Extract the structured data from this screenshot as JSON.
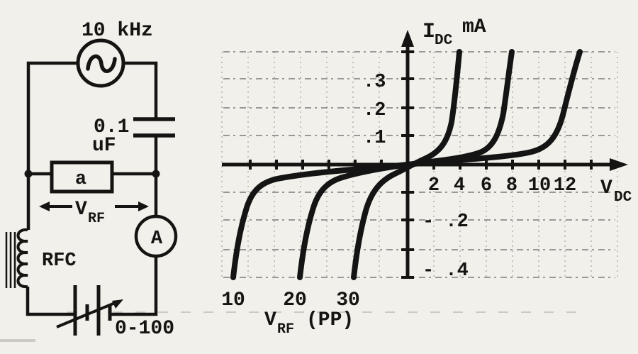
{
  "figure": {
    "description": "Scanned textbook figure: RF detector measurement circuit and measured DC current vs DC bias curves for three RF drive levels"
  },
  "colors": {
    "ink": "#161413",
    "paper": "#f2f0ea",
    "curve": "#141414"
  },
  "circuit": {
    "frequency": "10 kHz",
    "cap_value": "0.1",
    "cap_unit": "uF",
    "device": "a",
    "vrf_main": "V",
    "vrf_sub": "RF",
    "choke": "RFC",
    "meter": "A",
    "supply_range": "0-100"
  },
  "graph": {
    "y_main": "I",
    "y_sub": "DC",
    "y_unit": "mA",
    "y_pos_0": ".3",
    "y_pos_1": ".2",
    "y_pos_2": ".1",
    "y_neg_0": "- .2",
    "y_neg_1": "- .4",
    "x_ticks": [
      "2",
      "4",
      "6",
      "8",
      "10",
      "12"
    ],
    "x_main": "V",
    "x_sub": "DC",
    "curve_labels": [
      "10",
      "20",
      "30"
    ],
    "xrf_main": "V",
    "xrf_sub": "RF",
    "xrf_unit": "(PP)"
  },
  "chart_data": {
    "type": "line",
    "title": "",
    "xlabel": "V_DC (V)",
    "ylabel": "I_DC (mA)",
    "xlim": [
      -15,
      16.5
    ],
    "ylim": [
      -0.4,
      0.45
    ],
    "x_ticks_labeled": [
      2,
      4,
      6,
      8,
      10,
      12
    ],
    "y_ticks_labeled": [
      0.1,
      0.2,
      0.3,
      -0.2,
      -0.4
    ],
    "grid": true,
    "legend_position": "curve bottoms labeled along lower axis: 10, 20, 30 (V_RF peak-to-peak)",
    "series": [
      {
        "name": "V_RF = 10 (PP)",
        "plot_label": "10",
        "points": [
          [
            -13.3,
            -0.4
          ],
          [
            -13.0,
            -0.3
          ],
          [
            -12.6,
            -0.2
          ],
          [
            -12.0,
            -0.1
          ],
          [
            -10.5,
            -0.06
          ],
          [
            -8.0,
            -0.05
          ],
          [
            -4.0,
            -0.04
          ],
          [
            0,
            0
          ],
          [
            4.0,
            0.02
          ],
          [
            7.0,
            0.03
          ],
          [
            9.5,
            0.05
          ],
          [
            11.0,
            0.08
          ],
          [
            11.8,
            0.1
          ],
          [
            12.5,
            0.2
          ],
          [
            12.9,
            0.3
          ],
          [
            13.2,
            0.4
          ]
        ]
      },
      {
        "name": "V_RF = 20 (PP)",
        "plot_label": "20",
        "points": [
          [
            -8.3,
            -0.4
          ],
          [
            -8.0,
            -0.3
          ],
          [
            -7.6,
            -0.2
          ],
          [
            -7.0,
            -0.1
          ],
          [
            -5.5,
            -0.06
          ],
          [
            -3.0,
            -0.04
          ],
          [
            0,
            0
          ],
          [
            2.0,
            0.02
          ],
          [
            4.0,
            0.04
          ],
          [
            5.5,
            0.06
          ],
          [
            6.5,
            0.09
          ],
          [
            7.0,
            0.12
          ],
          [
            7.5,
            0.2
          ],
          [
            7.8,
            0.3
          ],
          [
            8.0,
            0.4
          ]
        ]
      },
      {
        "name": "V_RF = 30 (PP)",
        "plot_label": "30",
        "points": [
          [
            -4.2,
            -0.4
          ],
          [
            -3.9,
            -0.3
          ],
          [
            -3.5,
            -0.2
          ],
          [
            -2.9,
            -0.1
          ],
          [
            -2.0,
            -0.06
          ],
          [
            -1.0,
            -0.03
          ],
          [
            0,
            0
          ],
          [
            1.0,
            0.03
          ],
          [
            1.8,
            0.05
          ],
          [
            2.5,
            0.08
          ],
          [
            3.0,
            0.12
          ],
          [
            3.4,
            0.2
          ],
          [
            3.7,
            0.3
          ],
          [
            3.9,
            0.4
          ]
        ]
      }
    ]
  }
}
